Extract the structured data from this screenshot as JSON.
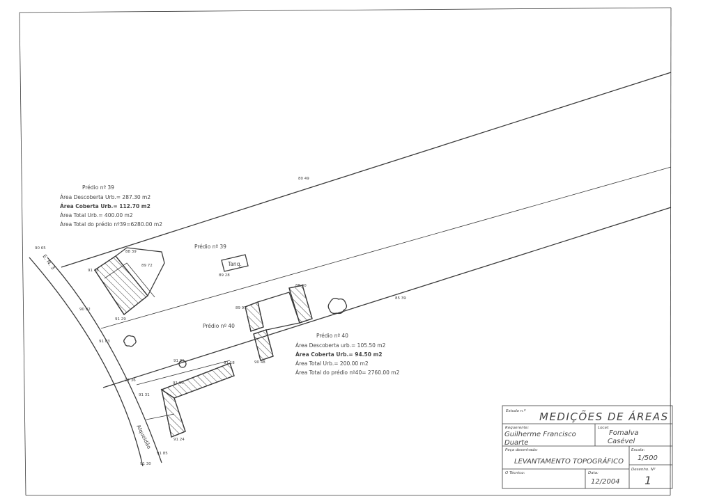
{
  "labels": {
    "road_name": "E. N. 3",
    "lane_name": "Alqueidão",
    "building_39": "Prédio nº 39",
    "building_40": "Prédio nº 40",
    "tank": "Tanq."
  },
  "area_39": {
    "title": "Prédio nº 39",
    "lines": [
      "Área Descoberta Urb.= 287.30 m2",
      "Área Coberta Urb.= 112.70 m2",
      "Área Total Urb.= 400.00 m2",
      "Área Total do prédio nº39=6280.00 m2"
    ]
  },
  "area_40": {
    "title": "Prédio nº 40",
    "lines": [
      "Área Descoberta urb.= 105.50 m2",
      "Área Coberta Urb.= 94.50 m2",
      "Área Total Urb.= 200.00 m2",
      "Área Total do prédio nº40= 2760.00 m2"
    ]
  },
  "elevations": {
    "e1": "90 65",
    "e2": "88 39",
    "e3": "89 72",
    "e4": "89 28",
    "e5": "91 48",
    "e6": "91 29",
    "e7": "90 92",
    "e8": "91 03",
    "e9": "88 40",
    "e10": "89 97",
    "e11": "90 48",
    "e12": "85 39",
    "e13": "80 49",
    "e14": "91 31",
    "e15": "91 18",
    "e16": "91 36",
    "e17": "91 31",
    "e18": "91 90",
    "e19": "91 24",
    "e20": "91 85",
    "e21": "91 30"
  },
  "title_block": {
    "estudo_caption": "Estudo n.º",
    "title": "MEDIÇÕES DE ÁREAS",
    "requerente_caption": "Requerente:",
    "requerente_line1": "Guilherme Francisco",
    "requerente_line2": "Duarte",
    "local_caption": "Local:",
    "local_line1": "Fomalva",
    "local_line2": "Casével",
    "peca_caption": "Peça desenhada:",
    "peca_value": "LEVANTAMENTO TOPOGRÁFICO",
    "escala_caption": "Escala:",
    "escala_value": "1/500",
    "tecnico_caption": "O Técnico:",
    "data_caption": "Data:",
    "data_value": "12/2004",
    "desenho_caption": "Desenho. Nº",
    "desenho_value": "1"
  }
}
